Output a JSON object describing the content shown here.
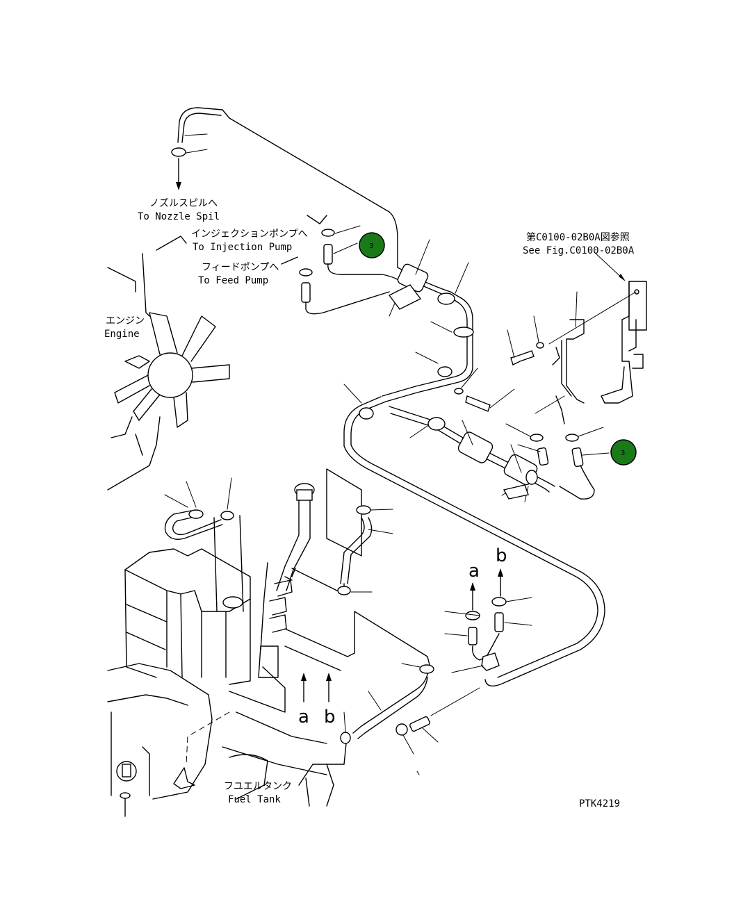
{
  "labels": {
    "nozzle_jp": "ノズルスピルへ",
    "nozzle_en": "To Nozzle Spil",
    "injection_jp": "インジェクションポンプへ",
    "injection_en": "To Injection Pump",
    "feed_jp": "フィードポンプへ",
    "feed_en": "To Feed Pump",
    "engine_jp": "エンジン",
    "engine_en": "Engine",
    "see_fig_jp": "第C0100-02B0A図参照",
    "see_fig_en": "See Fig.C0100-02B0A",
    "fuel_tank_jp": "フユエルタンク",
    "fuel_tank_en": "Fuel Tank",
    "drawing_no": "PTK4219",
    "letter_a": "a",
    "letter_b": "b"
  },
  "callouts": [
    {
      "number": "3",
      "color": "#1a7a1a"
    },
    {
      "number": "3",
      "color": "#1a7a1a"
    }
  ]
}
